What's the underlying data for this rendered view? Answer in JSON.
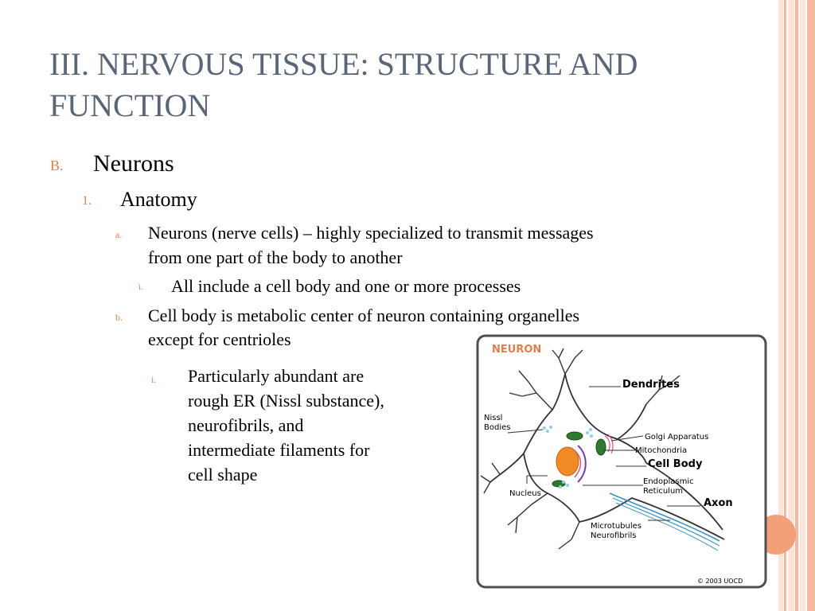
{
  "theme": {
    "title_color": "#5a6678",
    "accent": "#e07f4e",
    "stripe_light": "#fde3d8",
    "stripe_dark": "#f6b9a0"
  },
  "slide": {
    "title": "III. NERVOUS TISSUE: STRUCTURE AND FUNCTION",
    "outline": {
      "b_marker": "B.",
      "b_text": "Neurons",
      "n1_marker": "1.",
      "n1_text": "Anatomy",
      "a_marker": "a.",
      "a_text_line1": "Neurons (nerve cells) – highly specialized to transmit messages",
      "a_text_line2": "from one part of the body to another",
      "a_i_marker": "i.",
      "a_i_text": "All include a cell body and one or more processes",
      "b2_marker": "b.",
      "b2_text_line1": "Cell body is metabolic center of neuron containing organelles",
      "b2_text_line2": "except for centrioles",
      "b2_i_marker": "i.",
      "b2_i_lines": [
        "Particularly abundant are",
        "rough ER (Nissl substance),",
        "neurofibrils, and",
        "intermediate filaments for",
        "cell shape"
      ]
    }
  },
  "figure": {
    "heading": "NEURON",
    "labels": {
      "dendrites": "Dendrites",
      "nissl_1": "Nissl",
      "nissl_2": "Bodies",
      "golgi": "Golgi Apparatus",
      "mito": "Mitochondria",
      "cell_body": "Cell Body",
      "er_1": "Endoplasmic",
      "er_2": "Reticulum",
      "nucleus": "Nucleus",
      "axon": "Axon",
      "micro_1": "Microtubules",
      "micro_2": "Neurofibrils",
      "copyright": "© 2003 UOCD"
    }
  }
}
